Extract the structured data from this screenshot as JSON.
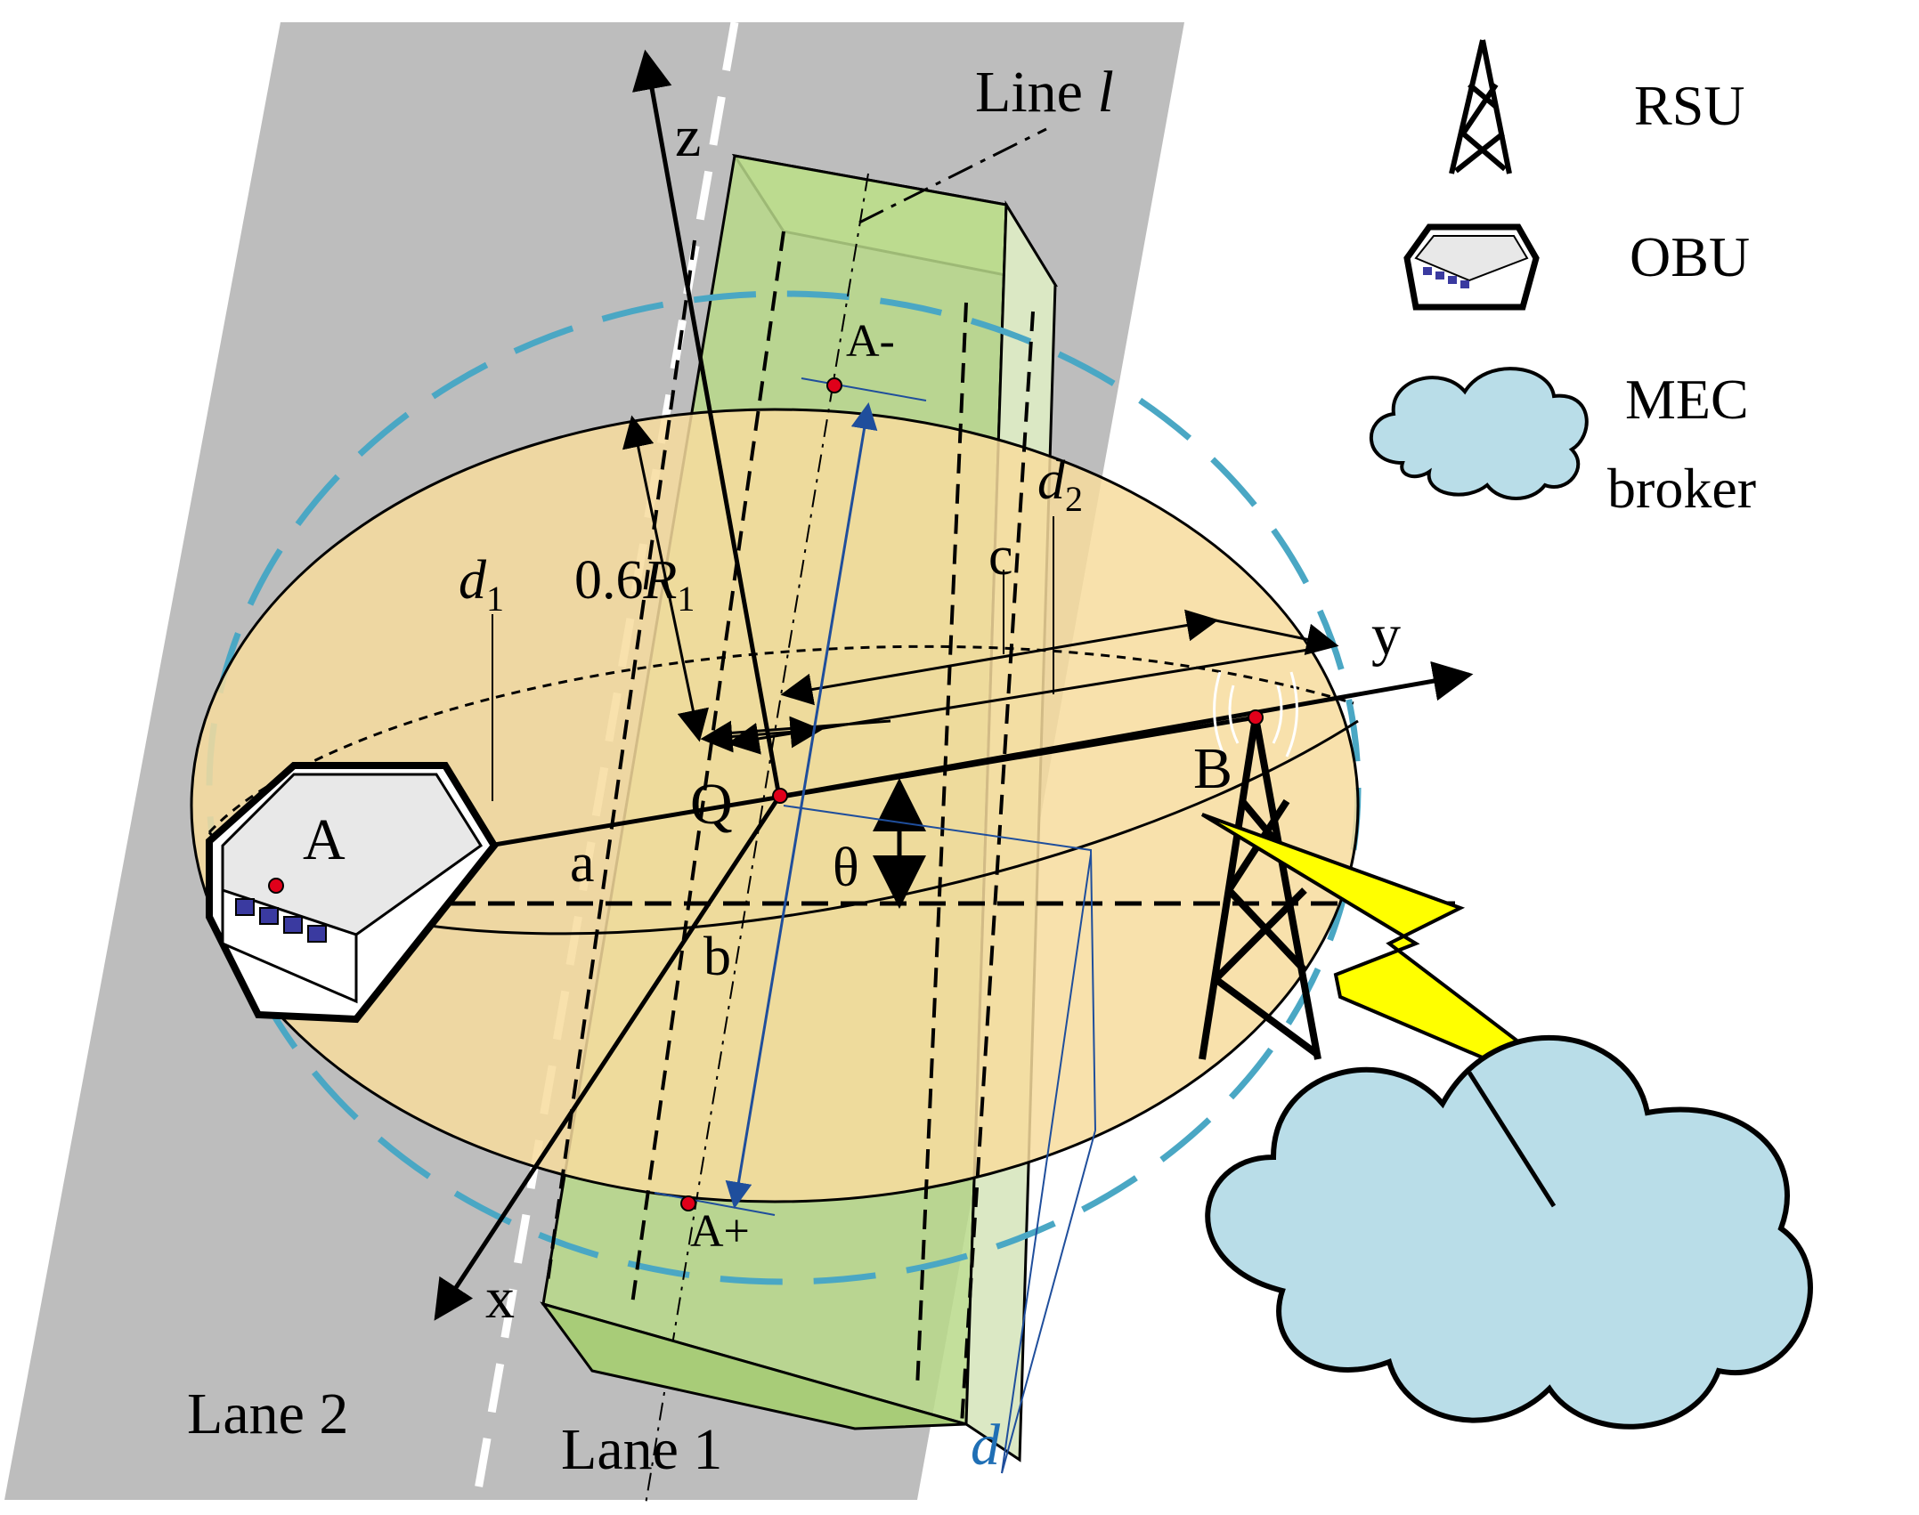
{
  "legend": {
    "rsu": {
      "label": "RSU",
      "icon": "rsu-tower-icon"
    },
    "obu": {
      "label": "OBU",
      "icon": "obu-device-icon"
    },
    "mec": {
      "label_line1": "MEC",
      "label_line2": "broker",
      "icon": "cloud-icon"
    }
  },
  "labels": {
    "line_l": "Line ",
    "line_l_var": "l",
    "z_axis": "z",
    "y_axis": "y",
    "x_axis": "x",
    "point_a_minus": "A-",
    "point_a_plus": "A+",
    "point_a": "A",
    "point_b": "B",
    "point_q": "Q",
    "semi_a": "a",
    "semi_b": "b",
    "semi_c": "c",
    "theta": "θ",
    "d1_var": "d",
    "d1_sub": "1",
    "d2_var": "d",
    "d2_sub": "2",
    "fresnel_prefix": "0.6",
    "fresnel_var": "R",
    "fresnel_sub": "1",
    "distance_d": "d",
    "lane_1": "Lane 1",
    "lane_2": "Lane 2"
  },
  "colors": {
    "road": "#bdbdbd",
    "ellipsoid_fill": "#f7dc9e",
    "vehicle_box": "#b8d98a",
    "fresnel_ring": "#4aa7c4",
    "cloud_fill": "#b9dde8",
    "lightning": "#ffff00",
    "dimension_blue": "#1f4e9c",
    "point_red": "#e0001a",
    "d_label": "#1f6fb5"
  }
}
